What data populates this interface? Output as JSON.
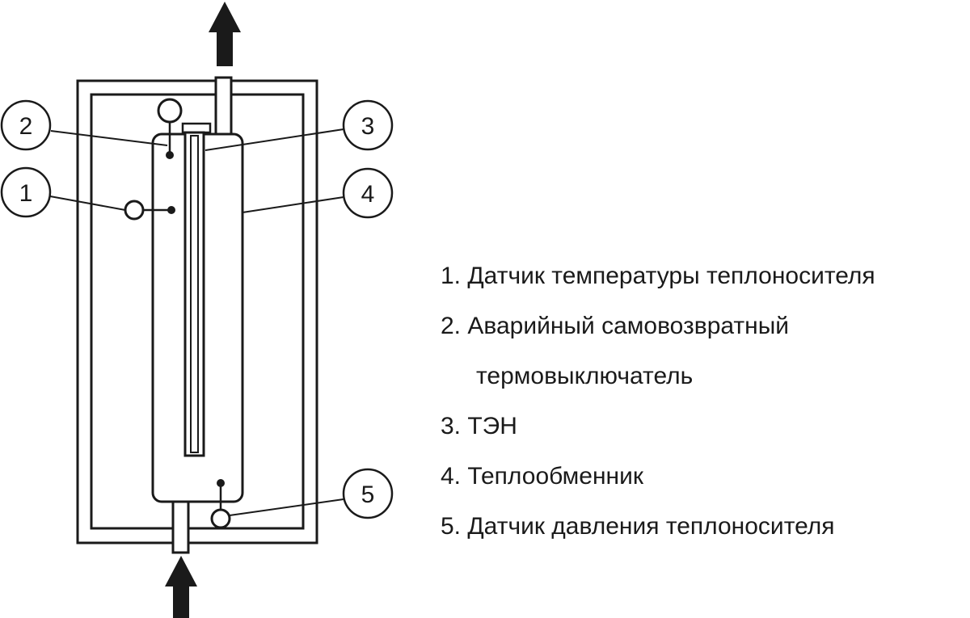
{
  "callouts": [
    {
      "number": "1"
    },
    {
      "number": "2"
    },
    {
      "number": "3"
    },
    {
      "number": "4"
    },
    {
      "number": "5"
    }
  ],
  "legend": {
    "item1": "1. Датчик температуры теплоносителя",
    "item2_line1": "2. Аварийный самовозвратный",
    "item2_line2": "термовыключатель",
    "item3": "3. ТЭН",
    "item4": "4. Теплообменник",
    "item5": "5. Датчик давления теплоносителя"
  },
  "colors": {
    "stroke": "#1a1a1a",
    "background": "#ffffff"
  }
}
